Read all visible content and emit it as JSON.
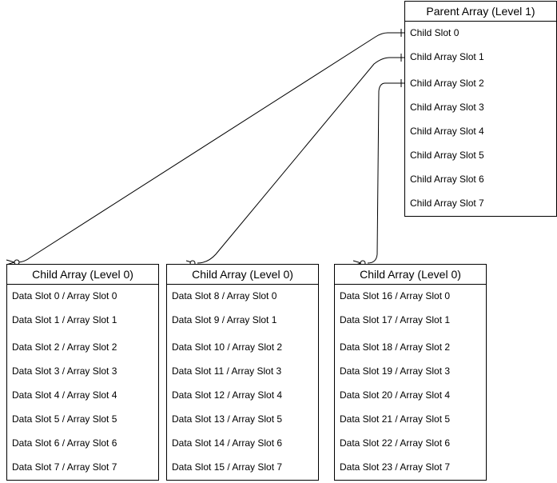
{
  "diagram": {
    "parent": {
      "title": "Parent Array (Level 1)",
      "rows": [
        "Child Slot 0",
        "Child Array Slot 1",
        "Child Array Slot 2",
        "Child Array Slot 3",
        "Child Array Slot 4",
        "Child Array Slot 5",
        "Child Array Slot 6",
        "Child Array Slot 7"
      ]
    },
    "children": [
      {
        "title": "Child Array (Level 0)",
        "rows": [
          "Data Slot 0 / Array Slot 0",
          "Data Slot 1 / Array Slot 1",
          "Data Slot 2 / Array Slot 2",
          "Data Slot 3 / Array Slot 3",
          "Data Slot 4 / Array Slot 4",
          "Data Slot 5 / Array Slot 5",
          "Data Slot 6 / Array Slot 6",
          "Data Slot 7 / Array Slot 7"
        ]
      },
      {
        "title": "Child Array (Level 0)",
        "rows": [
          "Data Slot 8 / Array Slot 0",
          "Data Slot 9 / Array Slot 1",
          "Data Slot 10 / Array Slot 2",
          "Data Slot 11 / Array Slot 3",
          "Data Slot 12 / Array Slot 4",
          "Data Slot 13 / Array Slot 5",
          "Data Slot 14 / Array Slot 6",
          "Data Slot 15 / Array Slot 7"
        ]
      },
      {
        "title": "Child Array (Level 0)",
        "rows": [
          "Data Slot 16 / Array Slot 0",
          "Data Slot 17 / Array Slot 1",
          "Data Slot 18 / Array Slot 2",
          "Data Slot 19 / Array Slot 3",
          "Data Slot 20 / Array Slot 4",
          "Data Slot 21 / Array Slot 5",
          "Data Slot 22 / Array Slot 6",
          "Data Slot 23 / Array Slot 7"
        ]
      }
    ]
  },
  "colors": {
    "line": "#000000",
    "background": "#ffffff"
  }
}
